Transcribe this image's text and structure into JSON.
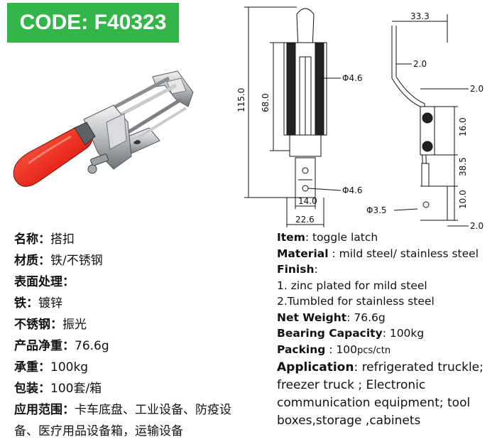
{
  "code": "CODE: F40323",
  "drawing": {
    "dim_33_3": "33.3",
    "dim_2_0_a": "2.0",
    "dim_2_0_b": "2.0",
    "dim_2_0_c": "2.0",
    "dim_115": "115.0",
    "dim_68": "68.0",
    "dim_phi46_a": "Φ4.6",
    "dim_phi46_b": "Φ4.6",
    "dim_16": "16.0",
    "dim_38_5": "38.5",
    "dim_10": "10.0",
    "dim_phi35": "Φ3.5",
    "dim_14": "14.0",
    "dim_22_6": "22.6"
  },
  "cn": {
    "name_label": "名称：",
    "name_value": "搭扣",
    "material_label": "材质：",
    "material_value": "铁/不锈钢",
    "surface_label": "表面处理：",
    "iron_label": "铁：",
    "iron_value": "镀锌",
    "ss_label": "不锈钢：",
    "ss_value": "振光",
    "weight_label": "产品净重：",
    "weight_value": "76.6g",
    "load_label": "承重：",
    "load_value": "100kg",
    "pack_label": "包装：",
    "pack_value": "100套/箱",
    "app_label": "应用范围：",
    "app_value_1": "卡车底盘、工业设备、防疫设",
    "app_value_2": "备、医疗用品设备箱，运输设备"
  },
  "en": {
    "item_label": "Item",
    "item_value": ": toggle latch",
    "material_label": "Material",
    "material_value": " : mild steel/ stainless steel",
    "finish_label": "Finish",
    "finish_colon": ":",
    "finish_1": "1. zinc plated for mild steel",
    "finish_2": "2.Tumbled for stainless steel",
    "weight_label": "Net Weight",
    "weight_value": ": 76.6g",
    "capacity_label": "Bearing Capacity",
    "capacity_value": ": 100kg",
    "packing_label": "Packing",
    "packing_value": " : 100",
    "packing_unit": "pcs/ctn",
    "app_label": "Application",
    "app_value": ": refrigerated truckle; freezer truck ; Electronic communication equipment; tool boxes,storage ,cabinets"
  }
}
